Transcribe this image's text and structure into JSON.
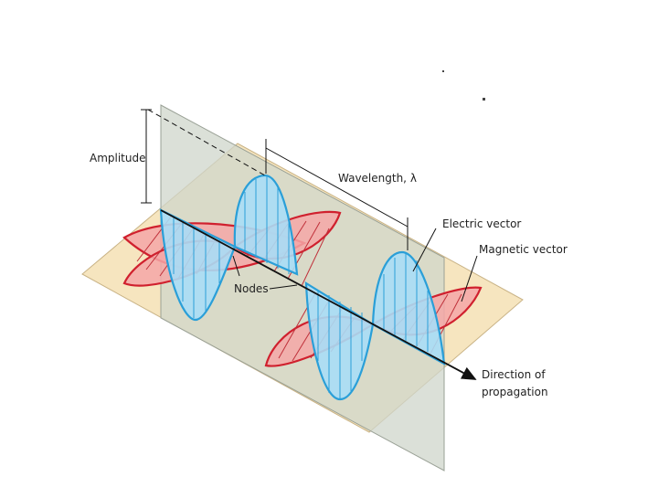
{
  "labels": {
    "amplitude": "Amplitude",
    "wavelength": "Wavelength, λ",
    "electric_vector": "Electric vector",
    "magnetic_vector": "Magnetic vector",
    "nodes": "Nodes",
    "direction_line1": "Direction of",
    "direction_line2": "propagation"
  },
  "colors": {
    "electric_wave": "#2a9fd8",
    "electric_fill": "#a9ddf6",
    "magnetic_wave": "#d0202e",
    "magnetic_fill": "#f4a7a7",
    "horizontal_plane": "#f6e5bf",
    "vertical_plane": "#d7dbd2",
    "axis": "#111111"
  }
}
